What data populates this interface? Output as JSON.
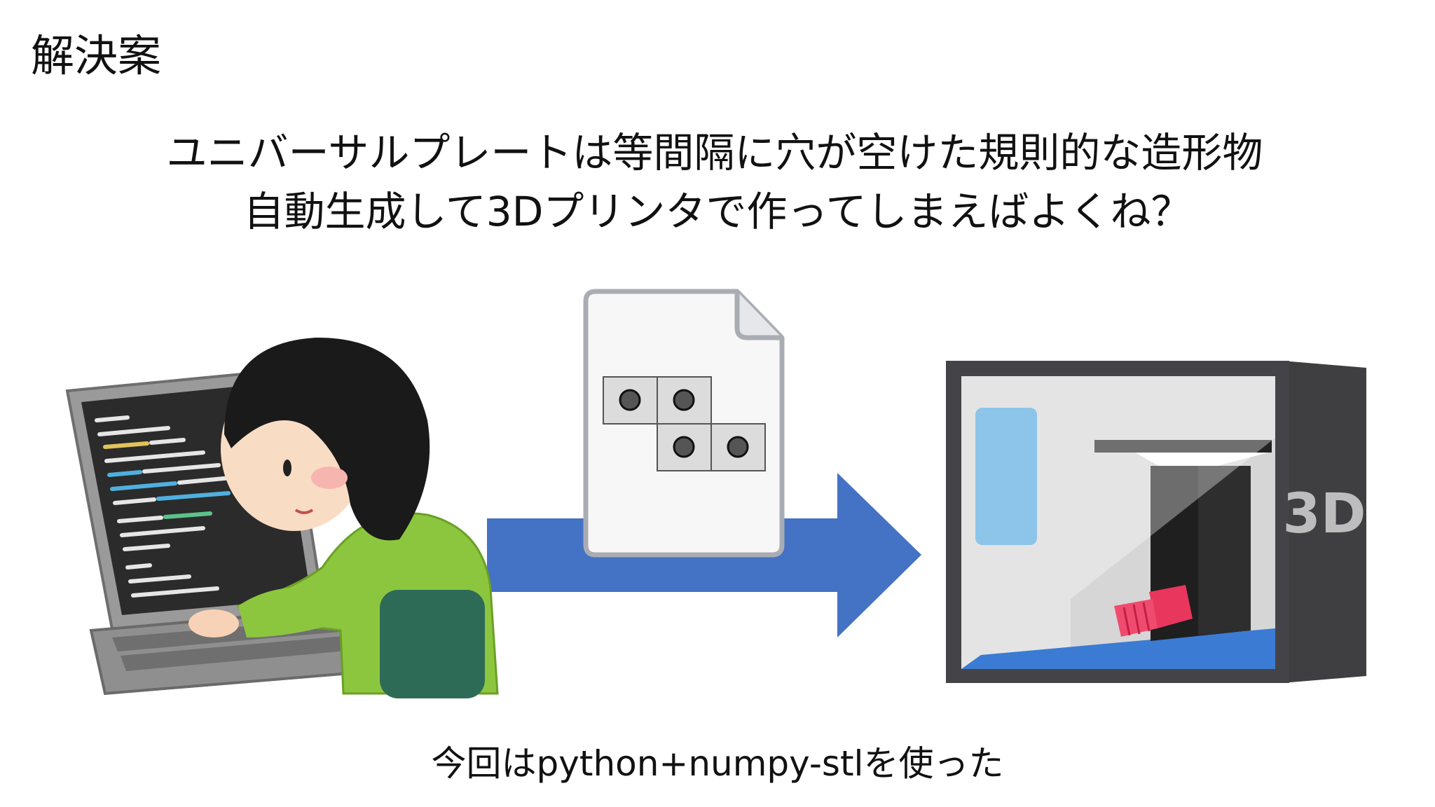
{
  "slide": {
    "title": "解決案",
    "headline_line1": "ユニバーサルプレートは等間隔に穴が空けた規則的な造形物",
    "headline_line2": "自動生成して3Dプリンタで作ってしまえばよくね？",
    "caption": "今回はpython+numpy-stlを使った"
  },
  "illustrations": {
    "printer_label": "3D",
    "colors": {
      "arrow": "#4472c4",
      "shirt": "#8cc63f",
      "chair": "#2e6b57",
      "printer_frame": "#444448",
      "printer_bed": "#3b7bd4",
      "printed_part": "#e8365d"
    }
  }
}
